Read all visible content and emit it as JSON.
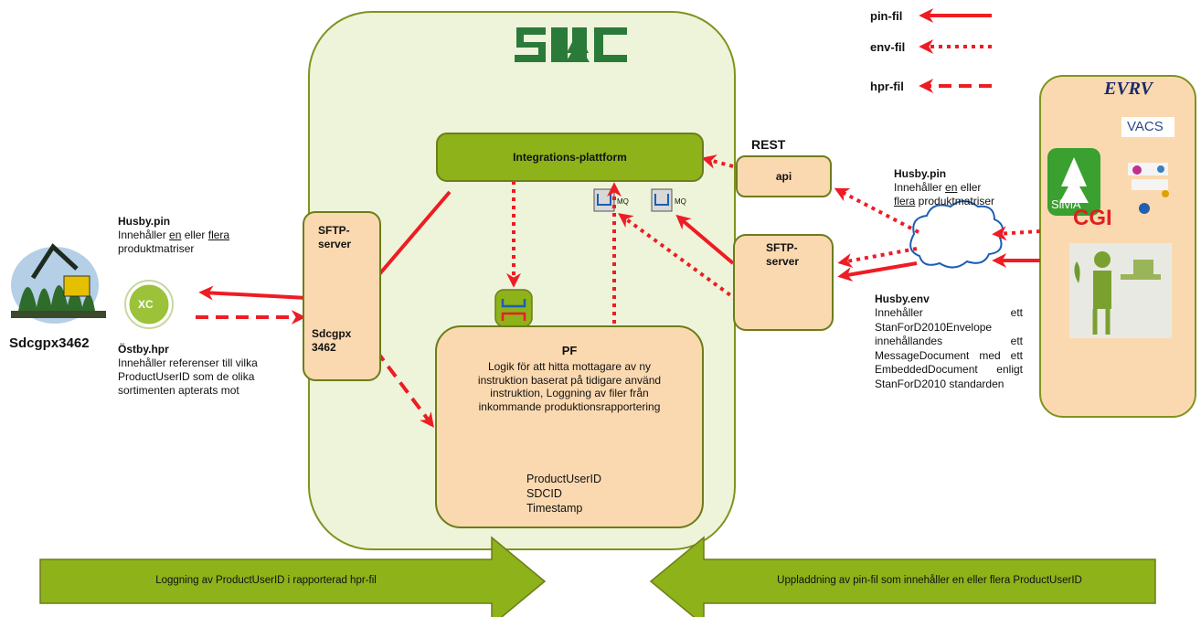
{
  "legend": {
    "pin": "pin-fil",
    "env": "env-fil",
    "hpr": "hpr-fil"
  },
  "logo": {
    "text": "SDC"
  },
  "platform": {
    "label": "Integrations-plattform"
  },
  "rest": {
    "title": "REST",
    "api_label": "api"
  },
  "mq": {
    "label_1": "MQ",
    "label_2": "MQ"
  },
  "sftp_left": {
    "title": "SFTP-\nserver",
    "folder_label": "Sdcgpx\n3462"
  },
  "sftp_right": {
    "title": "SFTP-\nserver"
  },
  "pf": {
    "title": "PF",
    "description": "Logik för att hitta mottagare av ny instruktion baserat på tidigare använd instruktion, Loggning av filer från inkommande produktionsrapportering",
    "db_fields": [
      "ProductUserID",
      "SDCID",
      "Timestamp"
    ]
  },
  "left_party": {
    "name": "Sdcgpx3462",
    "app_badge": "XC",
    "pin_file": "Husby.pin",
    "pin_desc_a": "Innehåller ",
    "pin_desc_en": "en",
    "pin_desc_b": " eller ",
    "pin_desc_flera": "flera",
    "pin_desc_c": "produktmatriser",
    "hpr_file": "Östby.hpr",
    "hpr_desc": "Innehåller referenser till vilka ProductUserID som de olika sortimenten apterats mot"
  },
  "right_party": {
    "pin_file": "Husby.pin",
    "pin_desc_a": "Innehåller ",
    "pin_desc_en": "en",
    "pin_desc_b": " eller",
    "pin_desc_flera": "flera",
    "pin_desc_c": " produktmatriser",
    "env_file": "Husby.env",
    "env_desc": "Innehåller ett StanForD2010Envelope innehållandes ett MessageDocument med ett EmbeddedDocument enligt StanForD2010 standarden"
  },
  "vendors": {
    "evrv": "EVRV",
    "vacs": "VACS",
    "silvia": "SilviA",
    "cgi": "CGI"
  },
  "bottom": {
    "left_arrow": "Loggning av ProductUserID i rapporterad hpr-fil",
    "right_arrow": "Uppladdning av pin-fil som innehåller en eller flera ProductUserID"
  },
  "colors": {
    "arrow_red": "#ee1c24",
    "olive": "#6c7d1b",
    "green_fill": "#8db21a",
    "panel_fill": "#eef4d9",
    "box_fill": "#fbd9b0",
    "logo_green": "#2a7a3a"
  }
}
